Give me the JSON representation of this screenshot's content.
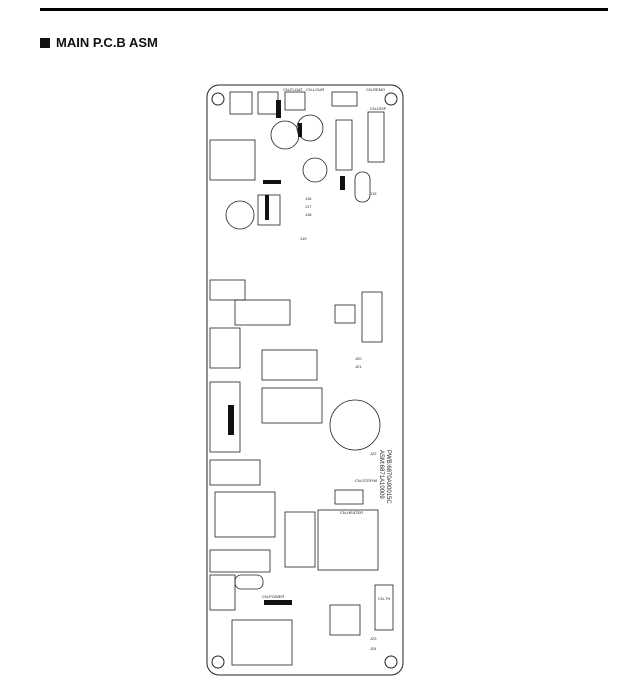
{
  "section_title": "MAIN P.C.B ASM",
  "pcb": {
    "pwb_label": "PWB:6870A90015C",
    "asm_label": "ASM:6871A10009",
    "connector_labels": [
      "CN-FLOAT",
      "CN-LOUR",
      "CN-REMO",
      "CN-DISP",
      "CN-STEP/M",
      "CN-POWER",
      "CN-HEATER",
      "CN-TH"
    ],
    "jumper_labels": [
      "J15",
      "J16",
      "J17",
      "J18",
      "J19",
      "J20",
      "J21",
      "J22",
      "J23",
      "J24"
    ]
  }
}
